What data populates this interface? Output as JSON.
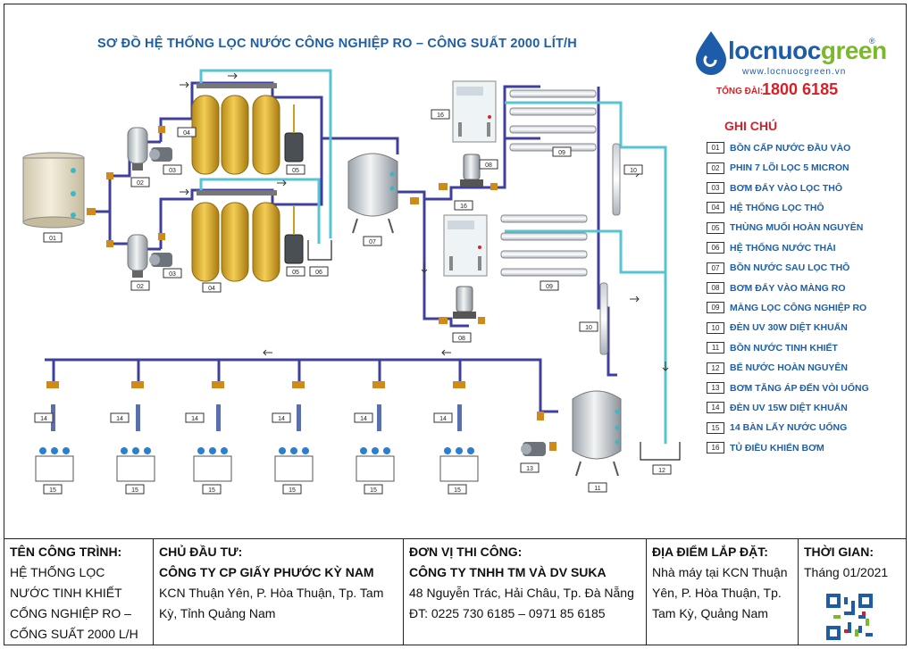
{
  "title": "SƠ ĐỒ HỆ THỐNG LỌC NƯỚC CÔNG NGHIỆP RO – CÔNG SUẤT 2000 LÍT/H",
  "brand": {
    "name_part1": "locnuoc",
    "name_part2": "green",
    "reg": "®",
    "url": "www.locnuocgreen.vn",
    "hotline_label": "TỔNG ĐÀI:",
    "hotline": "1800 6185",
    "primary_color": "#1d5ca8",
    "accent_color": "#7ab929",
    "hotline_color": "#d91f26"
  },
  "legend": {
    "title": "GHI CHÚ",
    "items": [
      {
        "num": "01",
        "label": "BỒN CẤP NƯỚC ĐẦU VÀO"
      },
      {
        "num": "02",
        "label": "PHIN 7 LÕI LỌC 5 MICRON"
      },
      {
        "num": "03",
        "label": "BƠM ĐẨY VÀO LỌC THÔ"
      },
      {
        "num": "04",
        "label": "HỆ THỐNG LỌC THÔ"
      },
      {
        "num": "05",
        "label": "THÙNG MUỐI HOÀN NGUYÊN"
      },
      {
        "num": "06",
        "label": "HỆ THỐNG NƯỚC THẢI"
      },
      {
        "num": "07",
        "label": "BỒN NƯỚC SAU LỌC THÔ"
      },
      {
        "num": "08",
        "label": "BƠM ĐẨY VÀO MÀNG RO"
      },
      {
        "num": "09",
        "label": "MÀNG LỌC CÔNG NGHIỆP RO"
      },
      {
        "num": "10",
        "label": "ĐÈN UV 30W DIỆT KHUẨN"
      },
      {
        "num": "11",
        "label": "BỒN NƯỚC TINH KHIẾT"
      },
      {
        "num": "12",
        "label": "BỂ NƯỚC HOÀN NGUYÊN"
      },
      {
        "num": "13",
        "label": "BƠM TĂNG ÁP ĐẾN VÒI UỐNG"
      },
      {
        "num": "14",
        "label": "ĐÈN UV 15W DIỆT KHUẨN"
      },
      {
        "num": "15",
        "label": "14 BÀN LẤY NƯỚC UỐNG"
      },
      {
        "num": "16",
        "label": "TỦ ĐIỀU KHIỂN BƠM"
      }
    ]
  },
  "diagram_labels": {
    "tank01": "01",
    "filter02": "02",
    "pump03": "03",
    "softener04": "04",
    "salt05": "05",
    "waste06": "06",
    "tank07": "07",
    "pump08": "08",
    "ro09": "09",
    "uv10": "10",
    "tank11": "11",
    "basin12": "12",
    "pump13": "13",
    "uv14": "14",
    "station15": "15",
    "panel16": "16"
  },
  "footer": {
    "project": {
      "heading": "TÊN CÔNG TRÌNH:",
      "lines": [
        "HỆ THỐNG LỌC",
        "NƯỚC TINH KHIẾT",
        "CỐNG NGHIỆP RO –",
        "CỐNG SUẤT 2000 L/H"
      ]
    },
    "investor": {
      "heading": "CHỦ ĐẦU TƯ:",
      "name": "CÔNG TY CP  GIẤY PHƯỚC KỲ NAM",
      "lines": [
        "KCN Thuận Yên, P. Hòa Thuận, Tp. Tam",
        "Kỳ, Tỉnh Quảng Nam"
      ]
    },
    "contractor": {
      "heading": "ĐƠN VỊ THI CÔNG:",
      "name": "CÔNG TY TNHH TM VÀ DV SUKA",
      "lines": [
        "48 Nguyễn Trác, Hải Châu, Tp. Đà Nẵng",
        "ĐT: 0225 730 6185 – 0971 85 6185"
      ]
    },
    "location": {
      "heading": "ĐỊA ĐIỂM LẮP ĐẶT:",
      "lines": [
        "Nhà máy tại KCN Thuận",
        "Yên, P. Hòa Thuận, Tp.",
        "Tam Kỳ, Quảng Nam"
      ]
    },
    "time": {
      "heading": "THỜI GIAN:",
      "value": "Tháng 01/2021"
    }
  }
}
